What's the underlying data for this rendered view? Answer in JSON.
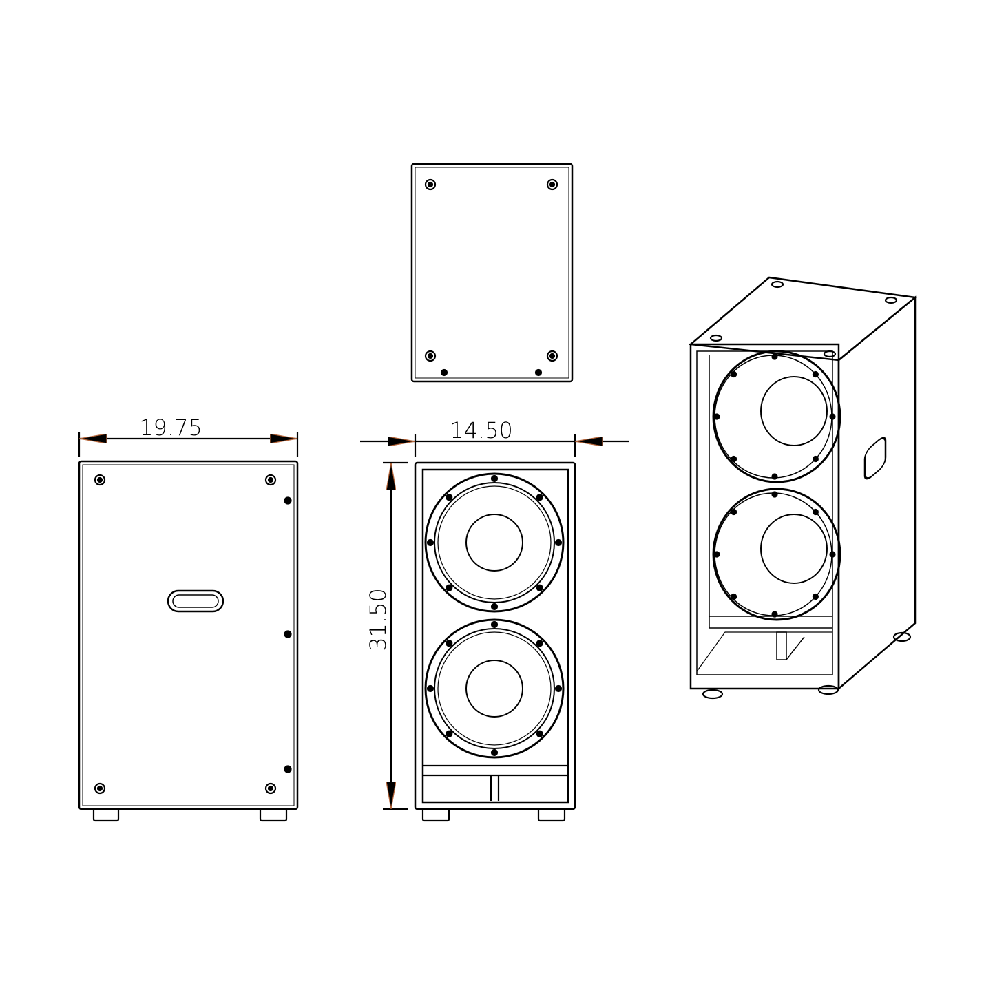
{
  "dimensions": {
    "side_width": "19.75",
    "front_width": "14.50",
    "height": "31.50"
  },
  "colors": {
    "line": "#000000",
    "arrow_edge": "#b5653a",
    "background": "#ffffff"
  },
  "views": [
    "side-view",
    "top-view",
    "front-view",
    "isometric-view"
  ]
}
